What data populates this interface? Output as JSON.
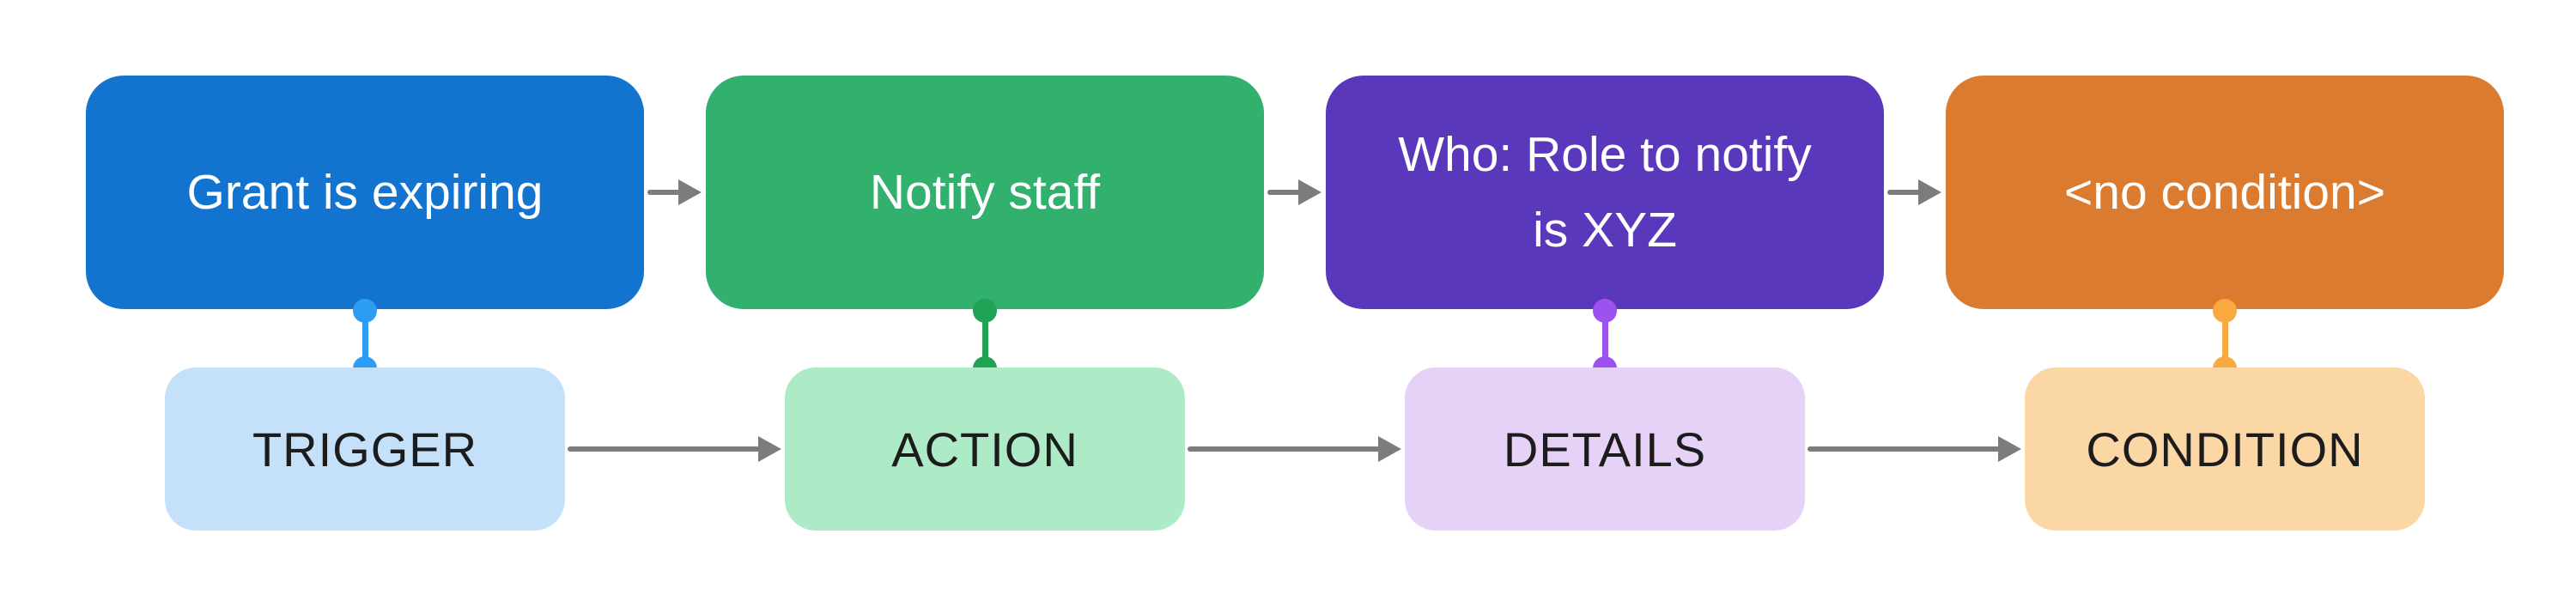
{
  "diagram": {
    "background_color": "#FFFFFF",
    "arrow_color": "#7C7C7C",
    "columns": [
      {
        "id": "trigger",
        "node_label": "Grant is expiring",
        "node_label_lines": [
          "Grant is expiring"
        ],
        "category_label": "TRIGGER",
        "node_bg_color": "#1374D0",
        "node_text_color": "#FFFFFF",
        "category_bg_color": "#C4E1F9",
        "category_text_color": "#1C1C1C",
        "connector_color": "#2D9CF3"
      },
      {
        "id": "action",
        "node_label": "Notify staff",
        "node_label_lines": [
          "Notify staff"
        ],
        "category_label": "ACTION",
        "node_bg_color": "#32B06E",
        "node_text_color": "#FFFFFF",
        "category_bg_color": "#ADEBC6",
        "category_text_color": "#1C1C1C",
        "connector_color": "#1FA254"
      },
      {
        "id": "details",
        "node_label": "Who: Role to notify is XYZ",
        "node_label_lines": [
          "Who: Role to notify",
          "is XYZ"
        ],
        "category_label": "DETAILS",
        "node_bg_color": "#5938BC",
        "node_text_color": "#FFFFFF",
        "category_bg_color": "#E5D2F6",
        "category_text_color": "#1C1C1C",
        "connector_color": "#9D51EF"
      },
      {
        "id": "condition",
        "node_label": "<no condition>",
        "node_label_lines": [
          "<no condition>"
        ],
        "category_label": "CONDITION",
        "node_bg_color": "#DB7B30",
        "node_text_color": "#FFFFFF",
        "category_bg_color": "#FAD7A4",
        "category_text_color": "#1C1C1C",
        "connector_color": "#F9A93F"
      }
    ]
  }
}
